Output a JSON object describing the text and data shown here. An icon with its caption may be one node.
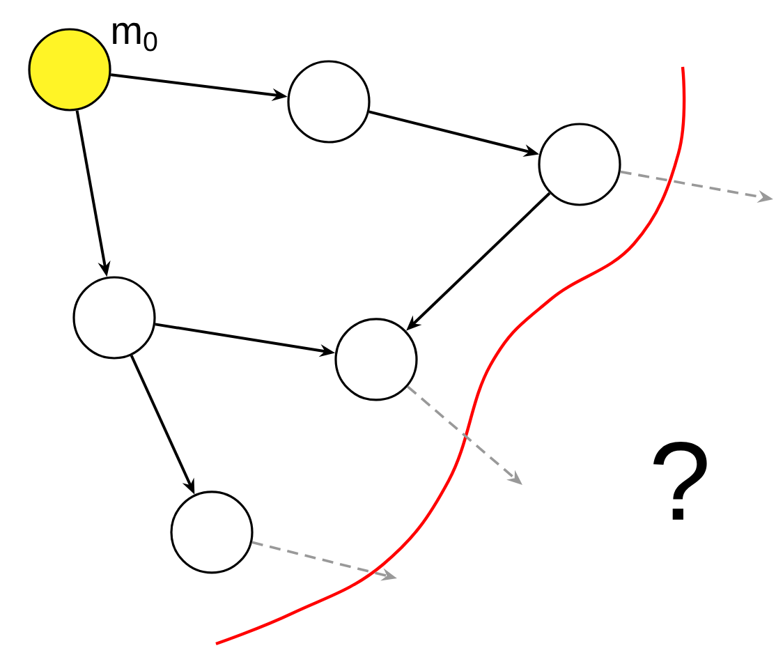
{
  "diagram": {
    "nodes": [
      {
        "text": [],
        "shape": "circle",
        "beside": [
          "m$_{0}$"
        ]
      },
      {
        "text": [],
        "shape": "circle"
      },
      {
        "text": [],
        "shape": "circle"
      },
      {
        "text": [],
        "shape": "circle"
      },
      {
        "text": [],
        "shape": "circle"
      },
      {
        "text": [],
        "shape": "circle"
      }
    ],
    "edges": [
      {
        "from": 0,
        "to": 1,
        "arrow": "to"
      },
      {
        "from": 1,
        "to": 2,
        "arrow": "to"
      },
      {
        "from": 0,
        "to": 3,
        "arrow": "to"
      },
      {
        "from": 2,
        "to": 4,
        "arrow": "to"
      },
      {
        "from": 3,
        "to": 4,
        "arrow": "to"
      },
      {
        "from": 3,
        "to": 5,
        "arrow": "to"
      },
      {
        "from": 2,
        "to": null,
        "arrow": "to",
        "style": "dashed",
        "color": "#999999"
      },
      {
        "from": 4,
        "to": null,
        "arrow": "to",
        "style": "dashed",
        "color": "#999999"
      },
      {
        "from": 5,
        "to": null,
        "arrow": "to",
        "style": "dashed",
        "color": "#999999"
      }
    ],
    "labels": [
      "?"
    ]
  }
}
